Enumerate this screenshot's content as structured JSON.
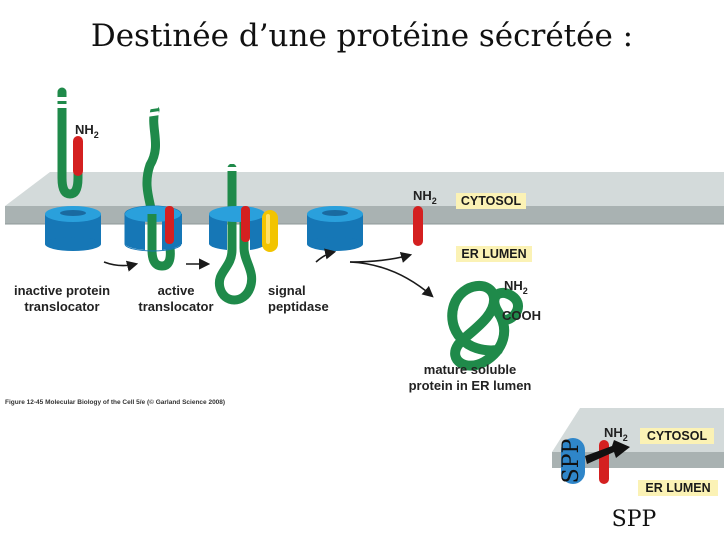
{
  "title": "Destinée d’une protéine sécrétée :",
  "figure": {
    "compartment_labels": {
      "cytosol": "CYTOSOL",
      "er_lumen": "ER LUMEN"
    },
    "terminal_labels": {
      "nh2": "NH",
      "nh2_sub": "2",
      "cooh": "COOH"
    },
    "labels": {
      "inactive_line1": "inactive protein",
      "inactive_line2": "translocator",
      "active_line1": "active",
      "active_line2": "translocator",
      "signal_line1": "signal",
      "signal_line2": "peptidase",
      "mature_line1": "mature soluble",
      "mature_line2": "protein in ER lumen"
    },
    "caption": "Figure 12-45  Molecular Biology of the Cell 5/e (© Garland Science 2008)"
  },
  "inset": {
    "cytosol": "CYTOSOL",
    "er_lumen": "ER LUMEN",
    "nh2": "NH",
    "nh2_sub": "2",
    "spp_vertical": "SPP",
    "spp_label": "SPP"
  },
  "colors": {
    "translocator": "#2aa0dc",
    "polypeptide": "#1f8a4a",
    "signal_sequence": "#d42020",
    "signal_peptidase": "#f2c400",
    "membrane": "#b7c1c1",
    "label_highlight": "#fbf2b5"
  }
}
